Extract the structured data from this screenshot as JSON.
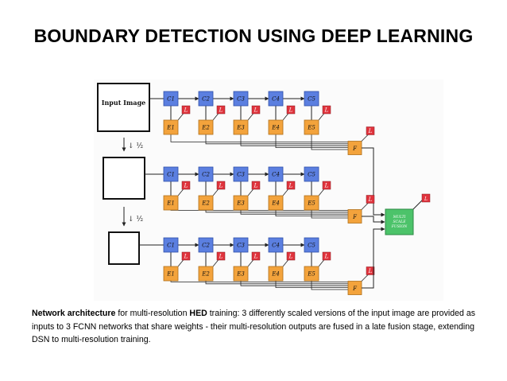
{
  "slide": {
    "title": "BOUNDARY DETECTION USING DEEP LEARNING"
  },
  "diagram": {
    "input_label": "Input Image",
    "scale_label": "↓ ½",
    "conv_labels": [
      "C1",
      "C2",
      "C3",
      "C4",
      "C5"
    ],
    "edge_labels": [
      "E1",
      "E2",
      "E3",
      "E4",
      "E5"
    ],
    "loss_label": "L",
    "fusion_label": "F",
    "multiscale_label": [
      "MULTI",
      "SCALE",
      "FUSION"
    ],
    "colors": {
      "conv": "#5b7fe0",
      "edge": "#f3a33c",
      "loss": "#e0333c",
      "multiscale": "#4cc36a"
    }
  },
  "caption": {
    "part1_bold": "Network architecture",
    "part2": " for multi-resolution ",
    "part3_bold": "HED",
    "part4": " training: 3 differently scaled versions of the input image are provided as inputs to 3 FCNN networks that share weights - their multi-resolution outputs are fused in a late fusion stage, extending DSN to multi-resolution training."
  }
}
